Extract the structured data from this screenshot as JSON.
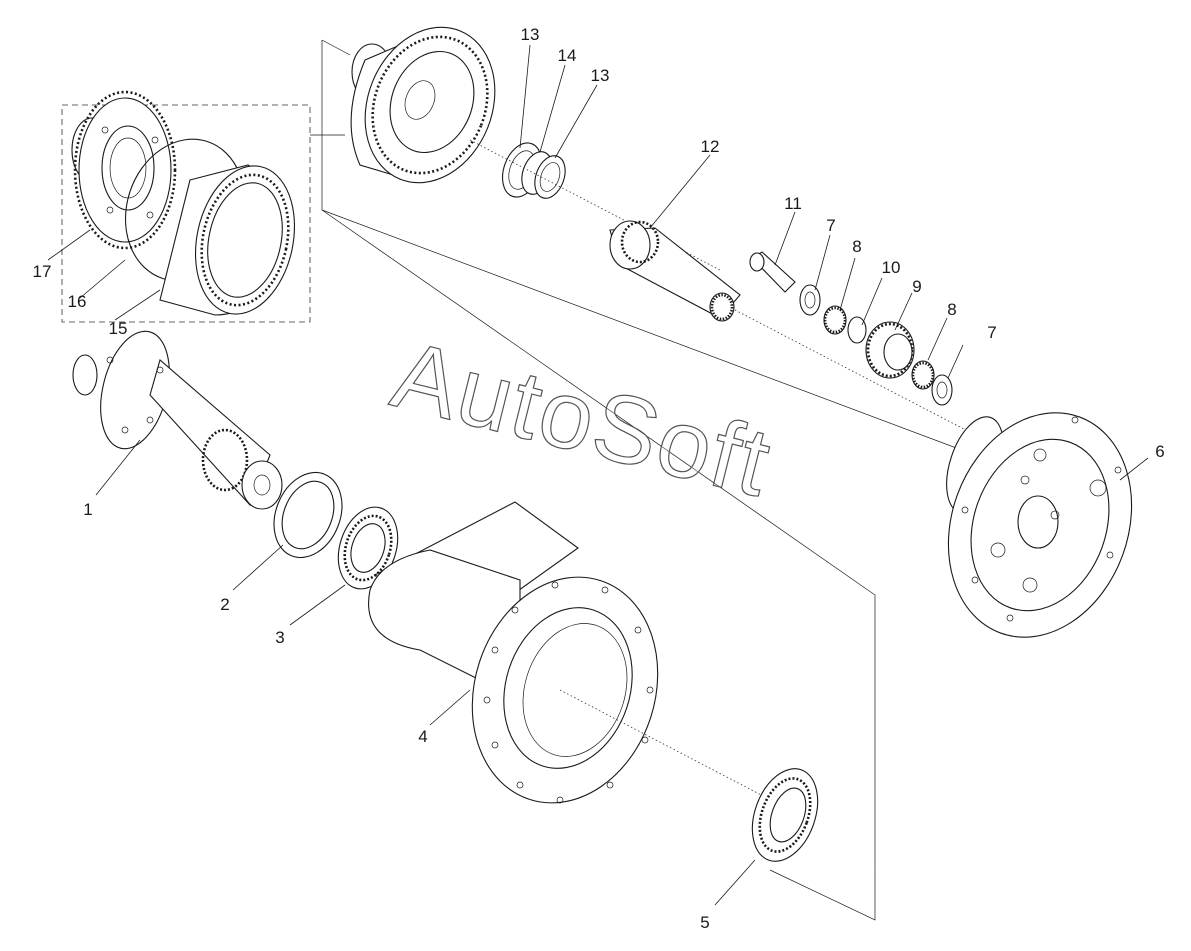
{
  "watermark": "AutoSoft",
  "part_labels": {
    "p1": "1",
    "p2": "2",
    "p3": "3",
    "p4": "4",
    "p5": "5",
    "p6": "6",
    "p7a": "7",
    "p7b": "7",
    "p8a": "8",
    "p8b": "8",
    "p9": "9",
    "p10": "10",
    "p11": "11",
    "p12": "12",
    "p13a": "13",
    "p13b": "13",
    "p14": "14",
    "p15": "15",
    "p16": "16",
    "p17": "17"
  },
  "colors": {
    "line": "#1a1a1a",
    "background": "#ffffff"
  }
}
